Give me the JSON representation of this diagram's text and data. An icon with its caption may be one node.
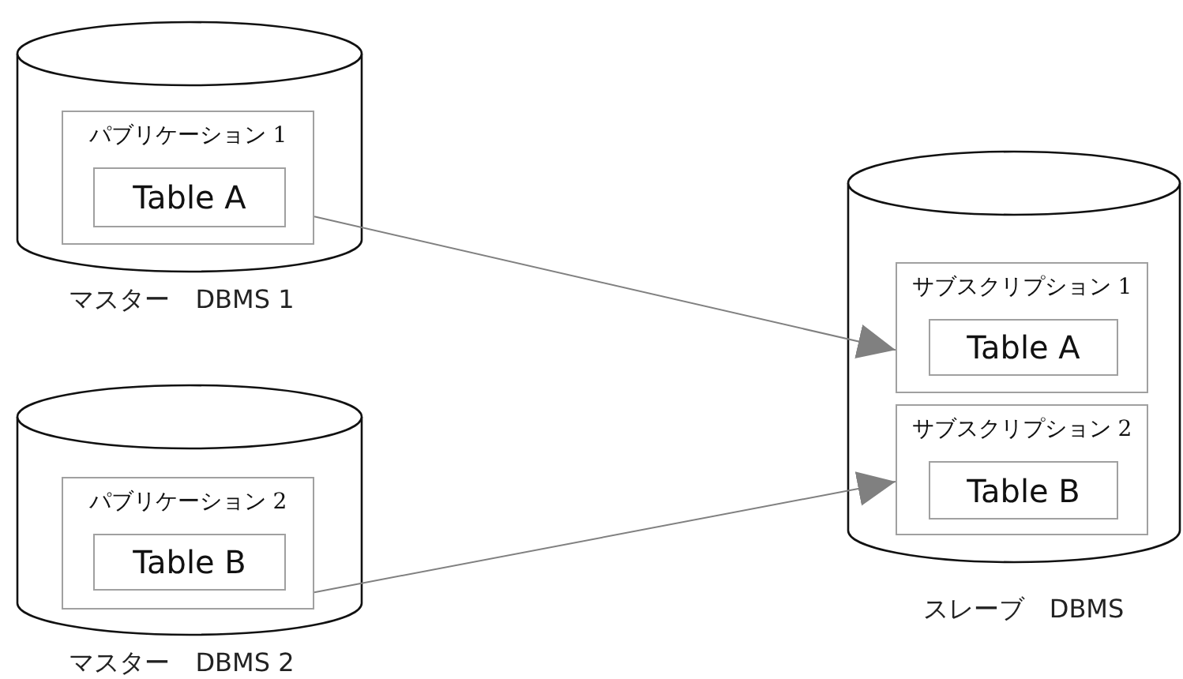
{
  "diagram": {
    "nodes": [
      {
        "text": [],
        "shape": "cylinder",
        "beside": [
          "マスター　DBMS 1"
        ]
      },
      {
        "text": [
          "パブリケーション 1"
        ],
        "in": 0
      },
      {
        "text": [
          "Table A"
        ],
        "in": 1
      },
      {
        "text": [],
        "shape": "cylinder",
        "beside": [
          "マスター　DBMS 2"
        ]
      },
      {
        "text": [
          "パブリケーション 2"
        ],
        "in": 3
      },
      {
        "text": [
          "Table B"
        ],
        "in": 4
      },
      {
        "text": [],
        "shape": "cylinder",
        "beside": [
          "スレーブ　DBMS"
        ]
      },
      {
        "text": [
          "サブスクリプション 1"
        ],
        "in": 6
      },
      {
        "text": [
          "Table A"
        ],
        "in": 7
      },
      {
        "text": [
          "サブスクリプション 2"
        ],
        "in": 6
      },
      {
        "text": [
          "Table B"
        ],
        "in": 9
      }
    ],
    "edges": [
      {
        "from": 1,
        "to": 7,
        "arrow": "to"
      },
      {
        "from": 4,
        "to": 9,
        "arrow": "to"
      }
    ]
  }
}
